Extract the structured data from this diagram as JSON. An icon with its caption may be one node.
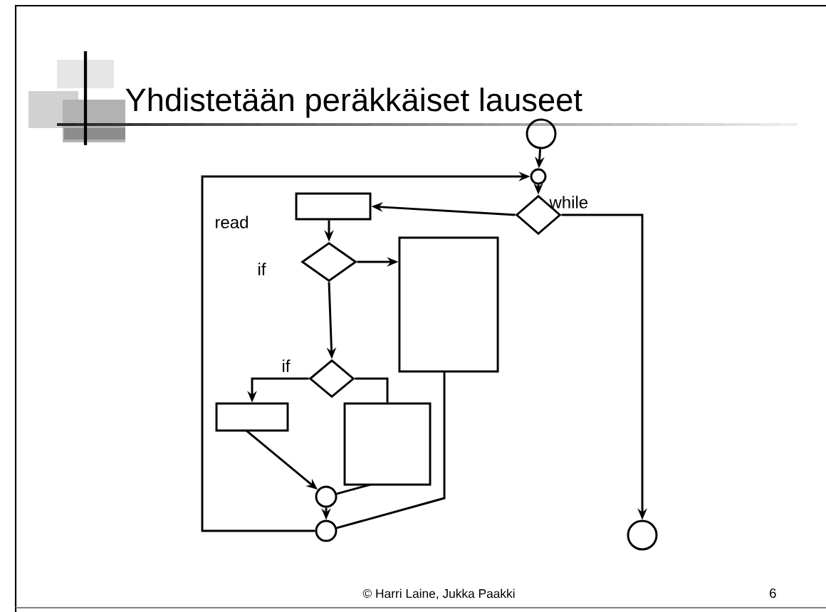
{
  "diagram": {
    "title": "Yhdistetään peräkkäiset lauseet",
    "nodes": [
      {
        "text": [],
        "shape": "circle"
      },
      {
        "text": [],
        "shape": "circle"
      },
      {
        "text": [],
        "shape": "diamond",
        "beside": [
          "while"
        ]
      },
      {
        "text": [],
        "shape": "box",
        "beside": [
          "read"
        ]
      },
      {
        "text": [],
        "shape": "diamond",
        "beside": [
          "if"
        ]
      },
      {
        "text": [],
        "shape": "box"
      },
      {
        "text": [],
        "shape": "diamond",
        "beside": [
          "if"
        ]
      },
      {
        "text": [],
        "shape": "box"
      },
      {
        "text": [],
        "shape": "box"
      },
      {
        "text": [],
        "shape": "circle"
      },
      {
        "text": [],
        "shape": "circle"
      },
      {
        "text": [],
        "shape": "circle"
      }
    ],
    "edges": [
      {
        "from": 0,
        "to": 1,
        "arrow": "to"
      },
      {
        "from": 1,
        "to": 2,
        "arrow": "to"
      },
      {
        "from": 2,
        "to": 3,
        "arrow": "to"
      },
      {
        "from": 3,
        "to": 4,
        "arrow": "to"
      },
      {
        "from": 4,
        "to": 5,
        "arrow": "to"
      },
      {
        "from": 4,
        "to": 6,
        "arrow": "to"
      },
      {
        "from": 6,
        "to": 7,
        "arrow": "to"
      },
      {
        "from": 6,
        "to": 8,
        "arrow": "none"
      },
      {
        "from": 7,
        "to": 9,
        "arrow": "to"
      },
      {
        "from": 8,
        "to": 9,
        "arrow": "none"
      },
      {
        "from": 9,
        "to": 10,
        "arrow": "to"
      },
      {
        "from": 5,
        "to": 10,
        "arrow": "none"
      },
      {
        "from": 10,
        "to": 1,
        "arrow": "to"
      },
      {
        "from": 2,
        "to": 11,
        "arrow": "to"
      }
    ],
    "labels": [
      "© Harri Laine, Jukka Paakki",
      "6"
    ]
  }
}
